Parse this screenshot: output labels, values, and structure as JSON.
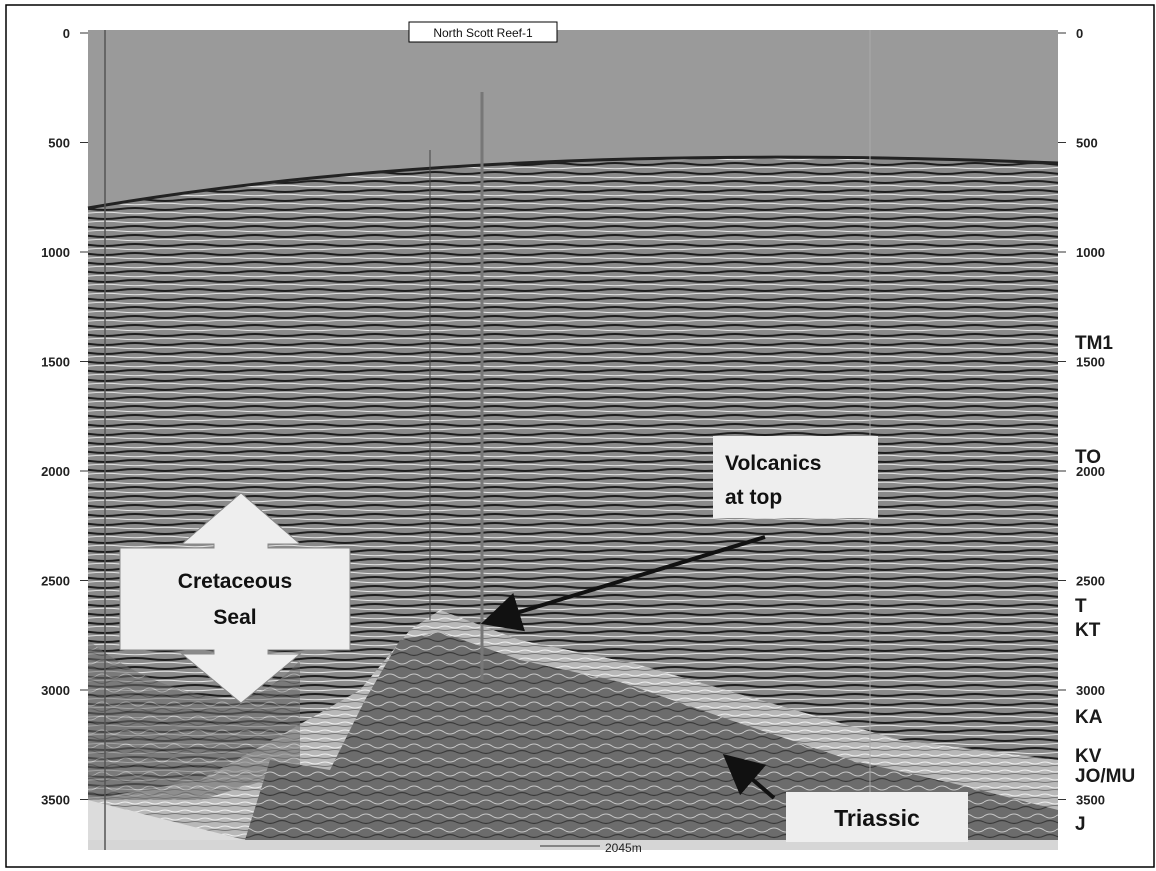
{
  "well_label": "North Scott Reef-1",
  "left_axis_ticks": [
    "0",
    "500",
    "1000",
    "1500",
    "2000",
    "2500",
    "3000",
    "3500"
  ],
  "right_axis_ticks": [
    "0",
    "500",
    "1000",
    "1500",
    "2000",
    "2500",
    "3000",
    "3500"
  ],
  "horizons": [
    "TM1",
    "TO",
    "T",
    "KT",
    "KA",
    "KV",
    "JO/MU",
    "J"
  ],
  "callouts": {
    "seal": [
      "Cretaceous",
      "Seal"
    ],
    "volcanics": [
      "Volcanics",
      "at top"
    ],
    "triassic": "Triassic"
  },
  "scale_bar": "2045m",
  "colors": {
    "water": "#9a9a9a",
    "sediment": "#7a7a7a",
    "triassic": "#6e6e6e",
    "callout_box": "#eeeeee"
  }
}
